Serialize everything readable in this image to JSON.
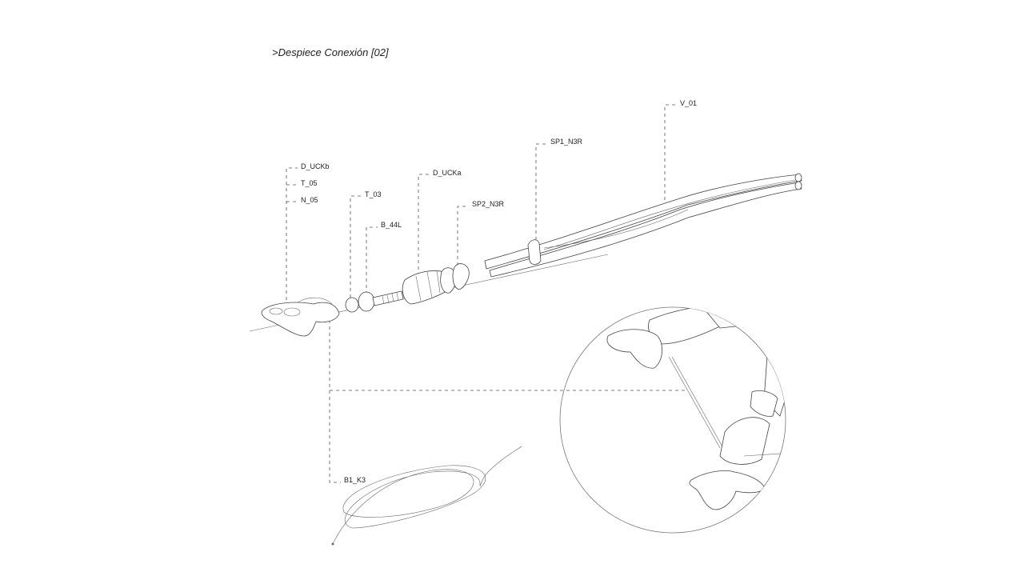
{
  "title": ">Despiece Conexión [02]",
  "labels": {
    "d_uckb": "D_UCKb",
    "t_05": "T_05",
    "n_05": "N_05",
    "t_03": "T_03",
    "b_44l": "B_44L",
    "d_ucka": "D_UCKa",
    "sp2_n3r": "SP2_N3R",
    "sp1_n3r": "SP1_N3R",
    "v_01": "V_01",
    "b1_k3": "B1_K3"
  }
}
